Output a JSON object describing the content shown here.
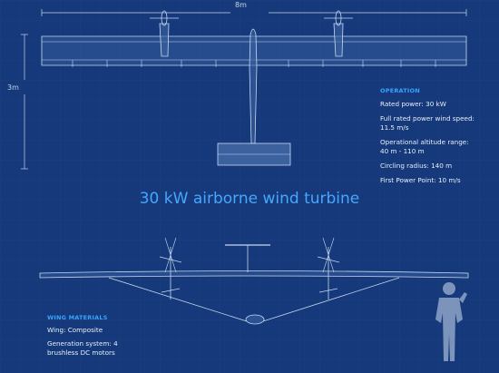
{
  "dimensions": {
    "width": "8m",
    "height": "3m"
  },
  "title": "30 kW airborne wind turbine",
  "operation": {
    "heading": "OPERATION",
    "specs": [
      "Rated power: 30 kW",
      "Full rated power wind speed: 11.5 m/s",
      "Operational altitude range: 40 m - 110 m",
      "Circling radius: 140 m",
      "First Power Point: 10 m/s"
    ]
  },
  "wing_materials": {
    "heading": "WING MATERIALS",
    "specs": [
      "Wing: Composite",
      "Generation system: 4 brushless DC motors"
    ]
  },
  "colors": {
    "background": "#15397a",
    "line": "#c9d8f0",
    "accent": "#47a6ff"
  }
}
